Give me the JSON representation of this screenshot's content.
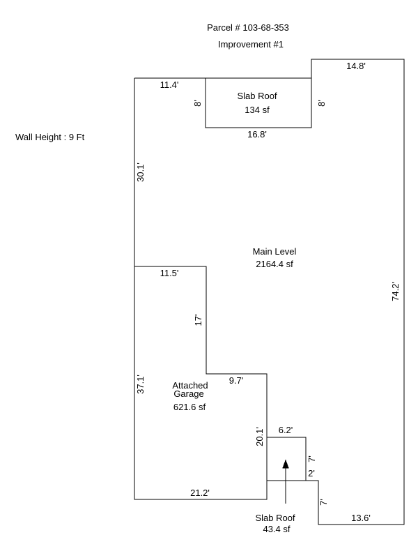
{
  "header": {
    "parcel": "Parcel # 103-68-353",
    "improvement": "Improvement #1"
  },
  "wall_height": "Wall Height : 9 Ft",
  "areas": {
    "slab_roof_top": {
      "name": "Slab Roof",
      "area": "134 sf"
    },
    "main_level": {
      "name": "Main Level",
      "area": "2164.4 sf"
    },
    "garage": {
      "name_line1": "Attached",
      "name_line2": "Garage",
      "area": "621.6 sf"
    },
    "slab_roof_bottom": {
      "name": "Slab Roof",
      "area": "43.4 sf"
    }
  },
  "dimensions": {
    "top_left": "11.4'",
    "slab_left": "8'",
    "slab_right": "8'",
    "slab_bottom": "16.8'",
    "top_right": "14.8'",
    "left_upper": "30.1'",
    "right": "74.2'",
    "step1_top": "11.5'",
    "step1_side": "17'",
    "step2_top": "9.7'",
    "garage_left": "37.1'",
    "garage_right": "20.1'",
    "garage_bottom": "21.2'",
    "notch_top": "6.2'",
    "notch_side": "7'",
    "notch_step": "2'",
    "bottom_side": "7'",
    "bottom_right": "13.6'"
  }
}
